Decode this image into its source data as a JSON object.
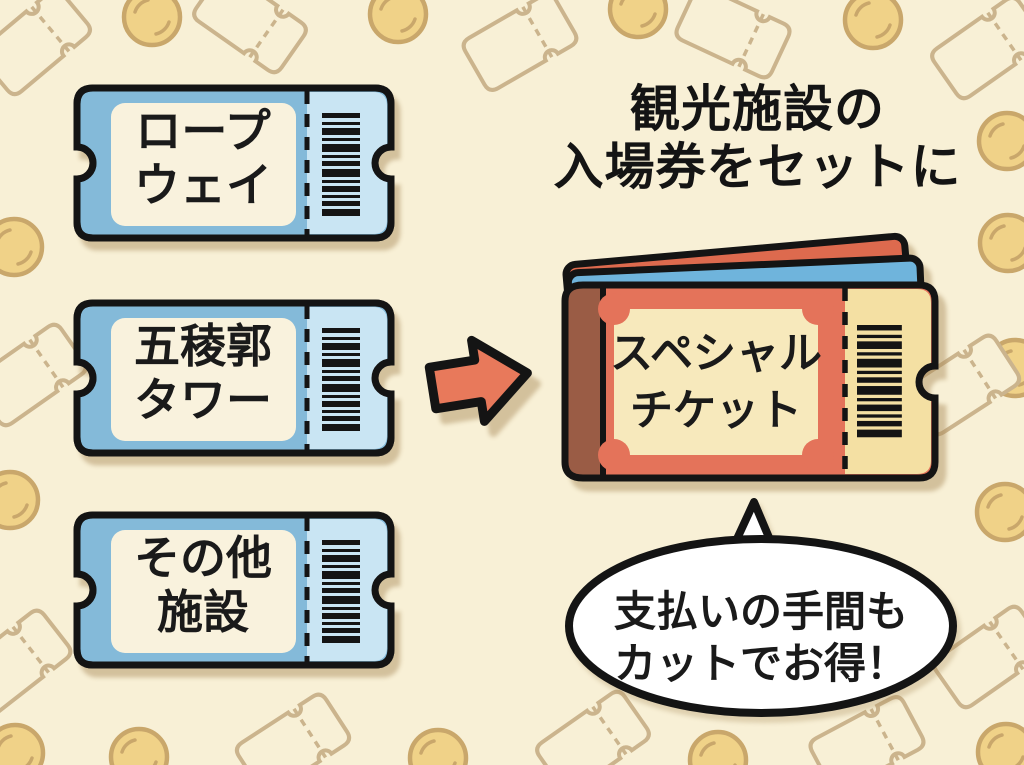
{
  "title": {
    "line1": "観光施設の",
    "line2": "入場券をセットに"
  },
  "source_tickets": [
    {
      "name": "ropeway",
      "line1": "ロープ",
      "line2": "ウェイ"
    },
    {
      "name": "goryokaku-tower",
      "line1": "五稜郭",
      "line2": "タワー"
    },
    {
      "name": "other-facilities",
      "line1": "その他",
      "line2": "施設"
    }
  ],
  "special_ticket": {
    "line1": "スペシャル",
    "line2": "チケット"
  },
  "speech_bubble": {
    "line1": "支払いの手間も",
    "line2": "カットでお得！"
  },
  "icons": {
    "background": [
      "coin-icon",
      "ticket-outline-icon"
    ],
    "flow": "arrow-right-icon"
  },
  "colors": {
    "background": "#F8F0D6",
    "pattern_tan": "#CBB48D",
    "coin_gold": "#F0D288",
    "ticket_blue": "#84BAD9",
    "ticket_stub_blue": "#C9E5F3",
    "ticket_label_cream": "#F9F2DD",
    "special_orange": "#E4735A",
    "special_spine_brown": "#9A5C45",
    "special_stub_khaki": "#F4E0A3",
    "special_label_cream": "#F7E9BC",
    "back_page_red": "#DD6A4E",
    "back_page_blue": "#6FB4DC",
    "outline_black": "#141414",
    "bubble_white": "#FFFFFF"
  }
}
